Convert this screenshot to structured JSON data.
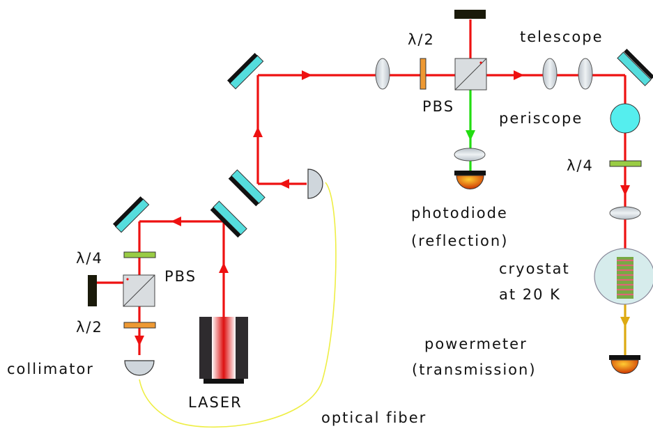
{
  "labels": {
    "half_wave_top": "λ/2",
    "telescope": "telescope",
    "pbs_top": "PBS",
    "periscope": "periscope",
    "quarter_wave_right": "λ/4",
    "photodiode": "photodiode",
    "reflection": "(reflection)",
    "cryostat": "cryostat",
    "temperature": "at 20 K",
    "powermeter": "powermeter",
    "transmission": "(transmission)",
    "quarter_wave_left": "λ/4",
    "pbs_left": "PBS",
    "half_wave_left": "λ/2",
    "collimator": "collimator",
    "laser": "LASER",
    "optical_fiber": "optical fiber"
  },
  "colors": {
    "beam_red": "#ee1111",
    "beam_green": "#22dd11",
    "beam_yellow": "#ddaa11",
    "fiber": "#eeee44",
    "mirror": "#55dddd",
    "lens": "#cfd6dc",
    "waveplate_half": "#ee9933",
    "waveplate_quarter": "#99cc44",
    "cube": "#d9dde0",
    "detector": "#dd4411"
  }
}
